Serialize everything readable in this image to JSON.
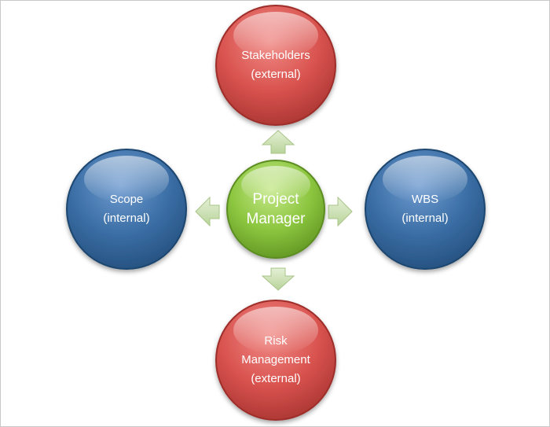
{
  "diagram": {
    "center": {
      "lines": [
        "Project",
        "Manager"
      ],
      "color": "#8cc63f"
    },
    "nodes": {
      "top": {
        "lines": [
          "Stakeholders",
          "(external)"
        ],
        "color": "#d9534f"
      },
      "left": {
        "lines": [
          "Scope",
          "(internal)"
        ],
        "color": "#3a6ea5"
      },
      "right": {
        "lines": [
          "WBS",
          "(internal)"
        ],
        "color": "#3a6ea5"
      },
      "bottom": {
        "lines": [
          "Risk",
          "Management",
          "(external)"
        ],
        "color": "#d9534f"
      }
    },
    "arrow_color": "#cfe3b8"
  }
}
